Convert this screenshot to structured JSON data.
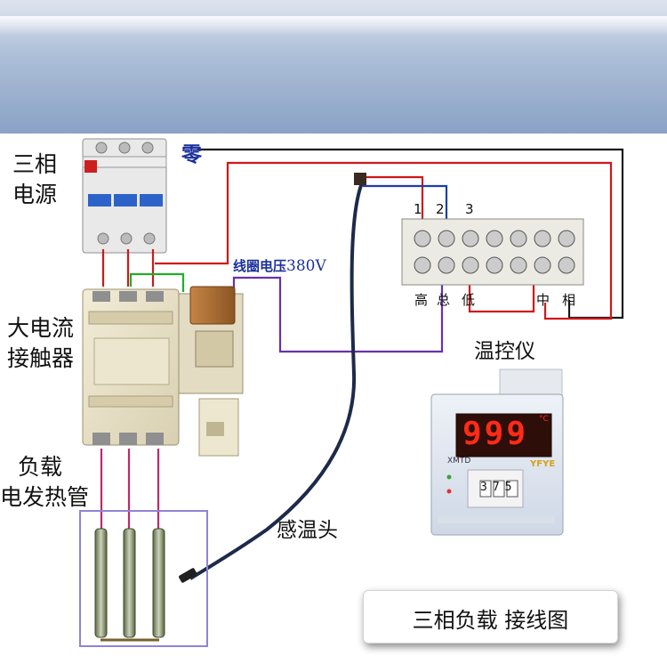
{
  "labels": {
    "power_supply": [
      "三相",
      "电源"
    ],
    "neutral": "零",
    "coil_voltage": "线圈电压",
    "coil_voltage_value": "380V",
    "contactor": [
      "大电流",
      "接触器"
    ],
    "load": [
      "负载",
      "电发热管"
    ],
    "sensor": "感温头",
    "controller": "温控仪",
    "terminal_numbers": [
      "1",
      "2",
      "3"
    ],
    "terminal_bottom": [
      "高",
      "总",
      "低",
      "中",
      "相"
    ],
    "title": "三相负载 接线图"
  },
  "controller_display": {
    "reading": "999",
    "unit": "°C",
    "brand": "XMTD",
    "maker": "YFYE",
    "setpoint": "375"
  },
  "colors": {
    "live_wire": "#d01818",
    "neutral_wire": "#1a1a1a",
    "coil_wire": "#6a2fb0",
    "bridge_wire": "#1fae2a",
    "sensor_wire": "#1d3ea8",
    "led": "#ff2a18",
    "load_outline": "#8f84d6"
  }
}
